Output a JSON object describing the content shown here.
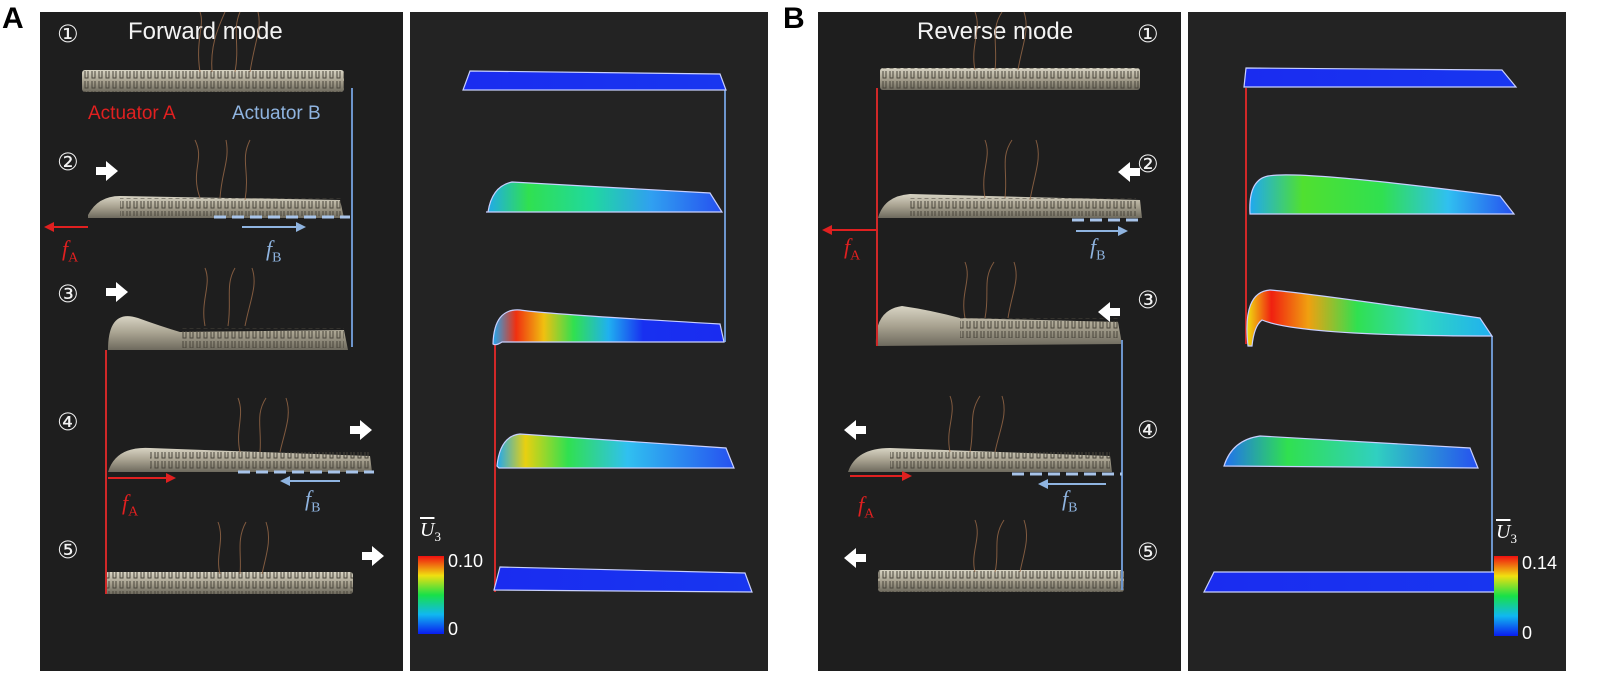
{
  "panels": [
    {
      "letter": "A",
      "mode": "Forward mode",
      "steps": [
        "①",
        "②",
        "③",
        "④",
        "⑤"
      ],
      "actuator_a": "Actuator A",
      "actuator_b": "Actuator B",
      "force_symbol": "f",
      "force_a_sub": "A",
      "force_b_sub": "B",
      "colorbar": {
        "symbol": "U",
        "sub": "3",
        "max": "0.10",
        "min": "0"
      }
    },
    {
      "letter": "B",
      "mode": "Reverse mode",
      "steps": [
        "①",
        "②",
        "③",
        "④",
        "⑤"
      ],
      "force_symbol": "f",
      "force_a_sub": "A",
      "force_b_sub": "B",
      "colorbar": {
        "symbol": "U",
        "sub": "3",
        "max": "0.14",
        "min": "0"
      }
    }
  ],
  "colors": {
    "actuator_a": "#e02020",
    "actuator_b": "#8fb4e0",
    "guide_line_a": "#d02828",
    "guide_line_b": "#6d95cc",
    "photo_bg": "#1e1e1e",
    "sim_bg": "#232323"
  },
  "icons": [
    "white-arrow-right-icon",
    "white-arrow-left-icon",
    "force-arrow-icon"
  ]
}
